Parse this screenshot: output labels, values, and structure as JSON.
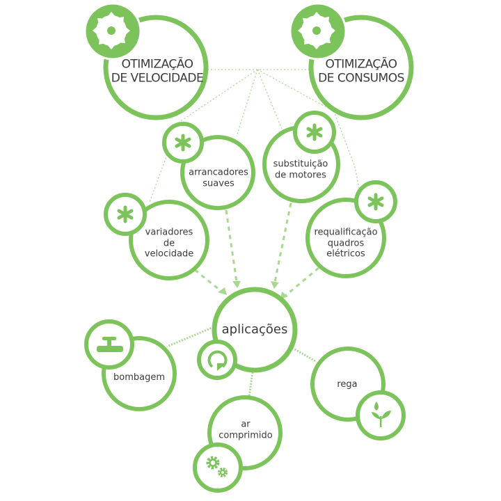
{
  "colors": {
    "green": "#7dc35b",
    "text": "#3a3a3a",
    "line": "#a8d890"
  },
  "top": [
    {
      "line1": "OTIMIZAÇÃO",
      "line2": "DE VELOCIDADE",
      "icon": "saw-blade-icon"
    },
    {
      "line1": "OTIMIZAÇÃO",
      "line2": "DE CONSUMOS",
      "icon": "saw-blade-icon"
    }
  ],
  "solutions": [
    {
      "line1": "arrancadores",
      "line2": "suaves",
      "icon": "asterisk-icon"
    },
    {
      "line1": "substituição",
      "line2": "de motores",
      "icon": "asterisk-icon"
    },
    {
      "line1": "variadores",
      "line2": "de",
      "line3": "velocidade",
      "icon": "asterisk-icon"
    },
    {
      "line1": "requalificação",
      "line2": "quadros",
      "line3": "elétricos",
      "icon": "asterisk-icon"
    }
  ],
  "hub": {
    "label": "aplicações",
    "icon": "refresh-icon"
  },
  "applications": [
    {
      "line1": "bombagem",
      "icon": "pipe-valve-icon"
    },
    {
      "line1": "rega",
      "icon": "plant-water-icon"
    },
    {
      "line1": "ar",
      "line2": "comprimido",
      "icon": "gears-icon"
    }
  ]
}
